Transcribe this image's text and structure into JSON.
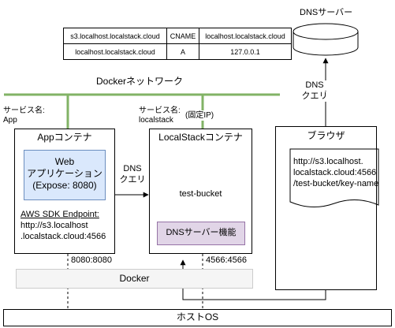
{
  "dns_table": {
    "rows": [
      [
        "s3.localhost.localstack.cloud",
        "CNAME",
        "localhost.localstack.cloud"
      ],
      [
        "localhost.localstack.cloud",
        "A",
        "127.0.0.1"
      ]
    ]
  },
  "dns_server": {
    "label": "DNSサーバー"
  },
  "docker_network": {
    "label": "Dockerネットワーク"
  },
  "app_container": {
    "service_name": "サービス名:",
    "service_value": "App",
    "title": "Appコンテナ",
    "web_app": {
      "line1": "Web",
      "line2": "アプリケーション",
      "line3": "(Expose: 8080)"
    },
    "sdk_endpoint": {
      "label": "AWS SDK Endpoint:",
      "line1": "http://s3.localhost",
      "line2": ".localstack.cloud:4566"
    },
    "port": "8080:8080"
  },
  "localstack_container": {
    "service_name": "サービス名:",
    "service_value": "localstack",
    "fixed_ip": "(固定IP)",
    "title": "LocalStackコンテナ",
    "bucket": "test-bucket",
    "dns_function": "DNSサーバー機能",
    "port": "4566:4566"
  },
  "dns_query_1": {
    "line1": "DNS",
    "line2": "クエリ"
  },
  "dns_query_2": {
    "line1": "DNS",
    "line2": "クエリ"
  },
  "browser": {
    "title": "ブラウザ",
    "url_line1": "http://s3.localhost.",
    "url_line2": "localstack.cloud:4566",
    "url_line3": "/test-bucket/key-name"
  },
  "docker": {
    "label": "Docker"
  },
  "host_os": {
    "label": "ホストOS"
  },
  "colors": {
    "network": "#82b366",
    "web_app_fill": "#dae8fc",
    "web_app_border": "#6c8ebf",
    "dns_function_fill": "#e1d5e7",
    "dns_function_border": "#9673a6",
    "docker_fill": "#f5f5f5",
    "docker_border": "#cccccc",
    "s3_icon": "#7aa116"
  },
  "icons": {
    "bucket": "s3-bucket-icon",
    "dns_server": "database-cylinder-icon"
  }
}
